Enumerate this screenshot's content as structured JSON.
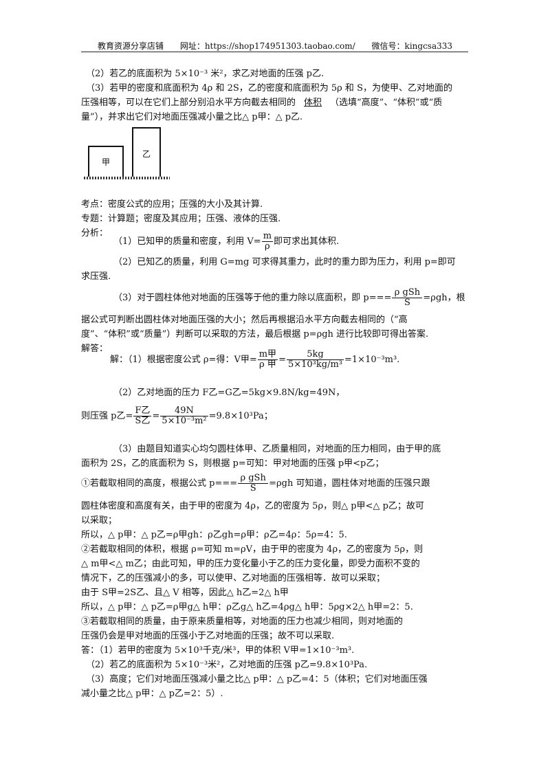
{
  "header": {
    "shop": "教育资源分享店铺",
    "url": "网址：https://shop174951303.taobao.com/",
    "wechat": "微信号：kingcsa333"
  },
  "question": {
    "q2": "（2）若乙的底面积为 5×10⁻³ 米²，求乙对地面的压强 p乙.",
    "q3_line1": "（3）若甲的密度和底面积为 4ρ 和 2S，乙的密度和底面积为 5ρ 和 S，为使甲、乙对地面的",
    "q3_line2_a": "压强相等，可以在它们上部分别沿水平方向截去相同的",
    "q3_blank": "体积",
    "q3_line2_b": "（选填“高度”、“体积”或“质",
    "q3_line3": "量”），并求出它们对地面压强减小量之比△ p甲：△ p乙."
  },
  "figure": {
    "label_jia": "甲",
    "label_yi": "乙"
  },
  "analysis": {
    "kaodian": "考点：密度公式的应用；压强的大小及其计算.",
    "zhuanti": "专题：计算题；密度及其应用；压强、液体的压强.",
    "fenxi_label": "分析：",
    "a1_pre": "（1）已知甲的质量和密度，利用 V=",
    "a1_num": "m",
    "a1_den": "ρ",
    "a1_post": "即可求出其体积.",
    "a2_l1": "（2）已知乙的质量，利用 G=mg 可求得其重力，此时的重力即为压力，利用 p=即可",
    "a2_l2": "求压强.",
    "a3_pre": "（3）对于圆柱体他对地面的压强等于他的重力除以底面积，即 p===",
    "a3_num": "ρ gSh",
    "a3_den": "S",
    "a3_post": "=ρgh，根",
    "a3_l2": "据公式可判断出圆柱体对地面压强的大小；然后再根据沿水平方向截去相同的（“高",
    "a3_l3": "度”、“体积”或“质量”）判断可以采取的方法，最后根据 p=ρgh 进行比较即可得出答案."
  },
  "solution": {
    "jieda_label": "解答：",
    "s1_pre": "解：（1）根据密度公式 ρ=得：V甲=",
    "s1_num1": "m甲",
    "s1_den1": "ρ 甲",
    "s1_num2": "5kg",
    "s1_den2": "5×10³kg/m³",
    "s1_post": "=1×10⁻³m³.",
    "s2_l1": "（2）乙对地面的压力 F乙=G乙=5kg×9.8N/kg=49N，",
    "s2_pre": "则压强 p乙=",
    "s2_num1": "F乙",
    "s2_den1": "S乙",
    "s2_num2": "49N",
    "s2_den2": "5×10⁻³m²",
    "s2_post": "=9.8×10³Pa；",
    "s3_l1": "（3）由题目知道实心均匀圆柱体甲、乙质量相同，对地面的压力相同，由于甲的底",
    "s3_l2": "面积为 2S，乙的底面积为 S，则根据 p=可知：甲对地面的压强 p甲<p乙；",
    "c1_pre": "①若截取相同的高度，根据公式 p===",
    "c1_num": "ρ gSh",
    "c1_den": "S",
    "c1_post": "=ρgh 可知道，圆柱体对地面的压强只跟",
    "c1_l2": "圆柱体密度和高度有关，由于甲的密度为 4ρ，乙的密度为 5ρ，则△ p甲<△ p乙；故可",
    "c1_l3": "以采取；",
    "c1_l4": "所以，△ p甲：△ p乙=ρ甲gh：ρ乙gh=ρ甲：ρ乙=4ρ：5ρ=4：5.",
    "c2_l1": "②若截取相同的体积，根据 ρ=可知 m=ρV，由于甲的密度为 4ρ，乙的密度为 5ρ，则",
    "c2_l2": "△ m甲<△ m乙；由此可知，甲的压力变化量小于乙的压力变化量，即受力面积不变的",
    "c2_l3": "情况下，乙的压强减小的多，可以使甲、乙对地面的压强相等．故可以采取；",
    "c2_l4": "由于 S甲=2S乙、且△ V 相等，因此△ h乙=2△ h甲",
    "c2_l5": "所以，△ p甲：△ p乙=ρ甲g△ h甲：ρ乙g△ h乙=4ρg△ h甲：5ρg×2△ h甲=2：5.",
    "c3_l1": "③若截取相同的质量，由于原来质量相等，对地面的压力也减少相同，则对地面的",
    "c3_l2": "压强仍会是甲对地面的压强小于乙对地面的压强；故不可以采取.",
    "ans_l1": "答：（1）若甲的密度为 5×10³千克/米³，甲的体积 V甲=1×10⁻³m³.",
    "ans_l2": "（2）若乙的底面积为 5×10⁻³米²，乙对地面的压强 p乙=9.8×10³Pa.",
    "ans_l3": "（3）高度；它们对地面压强减小量之比△ p甲：△ p乙=4：5（体积；它们对地面压强",
    "ans_l4": "减小量之比△ p甲：△ p乙=2：5）."
  }
}
